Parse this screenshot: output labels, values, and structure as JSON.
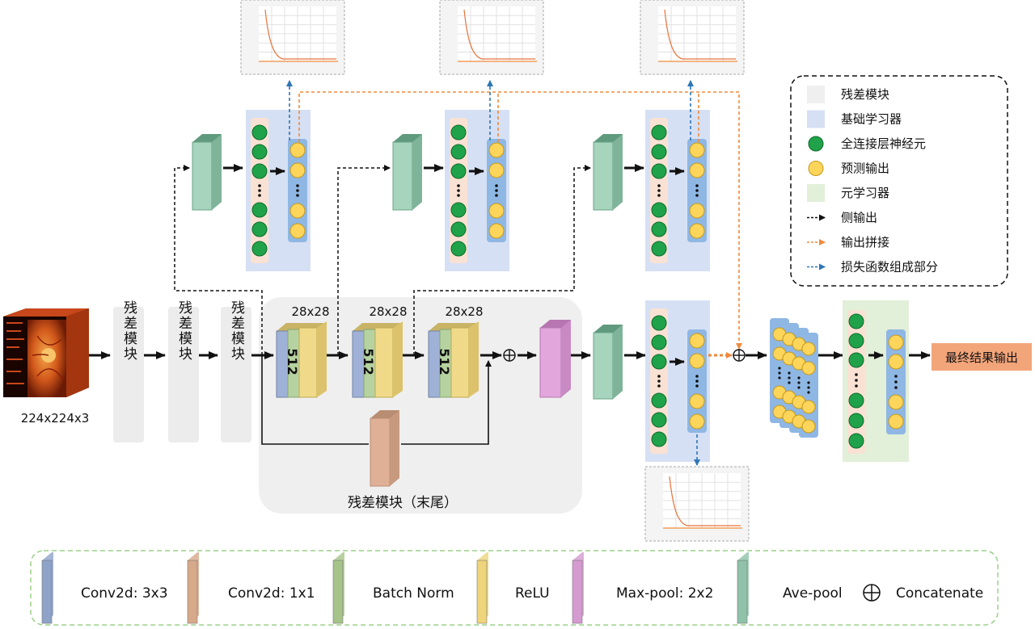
{
  "input": {
    "size_label": "224x224x3"
  },
  "residual_blocks": [
    "残差模块",
    "残差模块",
    "残差模块"
  ],
  "block_tail_label": "残差模块（末尾）",
  "feature_maps": [
    {
      "size": "28x28",
      "channels": "512"
    },
    {
      "size": "28x28",
      "channels": "512"
    },
    {
      "size": "28x28",
      "channels": "512"
    }
  ],
  "final_output_label": "最终结果输出",
  "legend_right": [
    {
      "label": "残差模块",
      "color": "#efefef"
    },
    {
      "label": "基础学习器",
      "color": "#d6e0f4"
    },
    {
      "label": "全连接层神经元",
      "color": "#1fa24a"
    },
    {
      "label": "预测输出",
      "color": "#fcd55a"
    },
    {
      "label": "元学习器",
      "color": "#e2efd9"
    },
    {
      "label": "侧输出",
      "color": "#111111"
    },
    {
      "label": "输出拼接",
      "color": "#f08a3c"
    },
    {
      "label": "损失函数组成部分",
      "color": "#2e75b6"
    }
  ],
  "legend_bottom": [
    {
      "label": "Conv2d: 3x3",
      "color": "#8fa3c9"
    },
    {
      "label": "Conv2d: 1x1",
      "color": "#d7a98b"
    },
    {
      "label": "Batch Norm",
      "color": "#a6c48a"
    },
    {
      "label": "ReLU",
      "color": "#eed47a"
    },
    {
      "label": "Max-pool: 2x2",
      "color": "#d59bd0"
    },
    {
      "label": "Ave-pool",
      "color": "#8fc2a8"
    },
    {
      "label": "Concatenate",
      "color": "#111111"
    }
  ]
}
